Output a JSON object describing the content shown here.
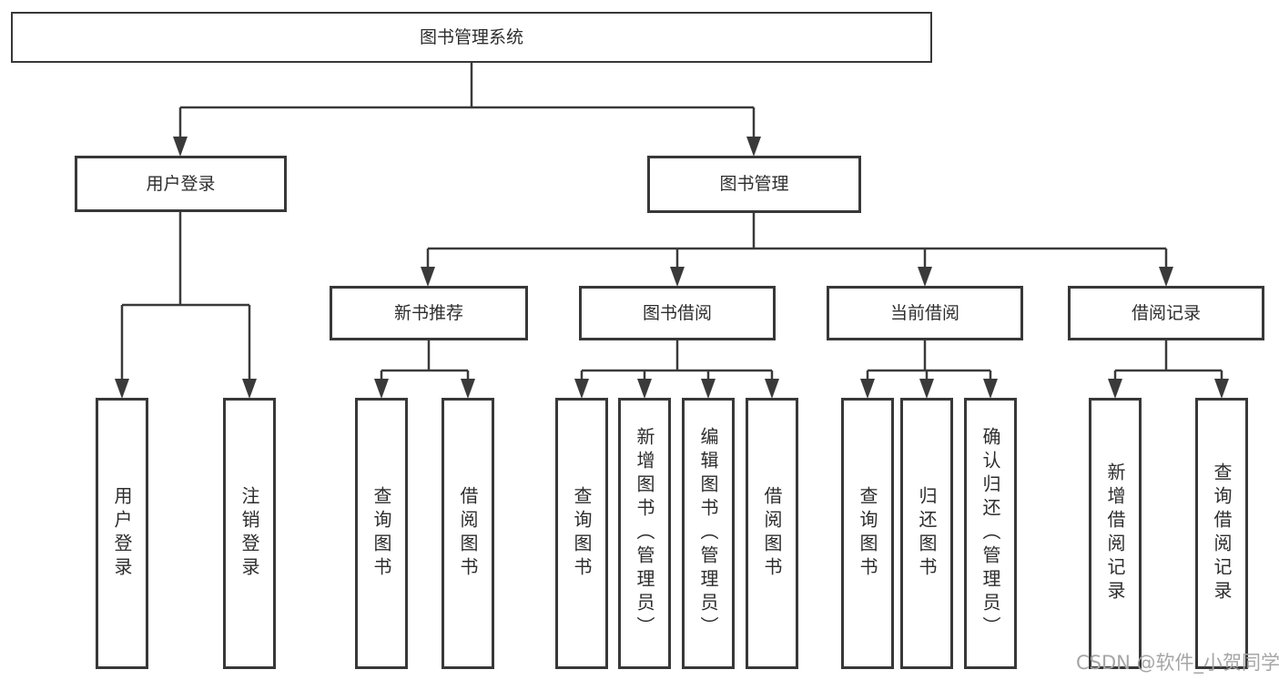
{
  "diagram": {
    "title_node": {
      "label": "图书管理系统"
    },
    "level2": [
      {
        "id": "user-login",
        "label": "用户登录"
      },
      {
        "id": "book-management",
        "label": "图书管理"
      }
    ],
    "level3": [
      {
        "id": "new-book-recommend",
        "label": "新书推荐",
        "parent": "图书管理"
      },
      {
        "id": "book-borrow",
        "label": "图书借阅",
        "parent": "图书管理"
      },
      {
        "id": "current-borrow",
        "label": "当前借阅",
        "parent": "图书管理"
      },
      {
        "id": "borrow-records",
        "label": "借阅记录",
        "parent": "图书管理"
      }
    ],
    "leaves": [
      {
        "label": "用户登录",
        "parent": "用户登录"
      },
      {
        "label": "注销登录",
        "parent": "用户登录"
      },
      {
        "label": "查询图书",
        "parent": "新书推荐"
      },
      {
        "label": "借阅图书",
        "parent": "新书推荐"
      },
      {
        "label": "查询图书",
        "parent": "图书借阅"
      },
      {
        "label": "新增图书（管理员）",
        "parent": "图书借阅"
      },
      {
        "label": "编辑图书（管理员）",
        "parent": "图书借阅"
      },
      {
        "label": "借阅图书",
        "parent": "图书借阅"
      },
      {
        "label": "查询图书",
        "parent": "当前借阅"
      },
      {
        "label": "归还图书",
        "parent": "当前借阅"
      },
      {
        "label": "确认归还（管理员）",
        "parent": "当前借阅"
      },
      {
        "label": "新增借阅记录",
        "parent": "借阅记录"
      },
      {
        "label": "查询借阅记录",
        "parent": "借阅记录"
      }
    ],
    "colors": {
      "line": "#3a3a3a",
      "border": "#383838",
      "text": "#2d2d2d",
      "background": "#ffffff",
      "watermark": "#a6a6a6"
    }
  },
  "watermark": {
    "text": "CSDN @软件_小贺同学"
  }
}
